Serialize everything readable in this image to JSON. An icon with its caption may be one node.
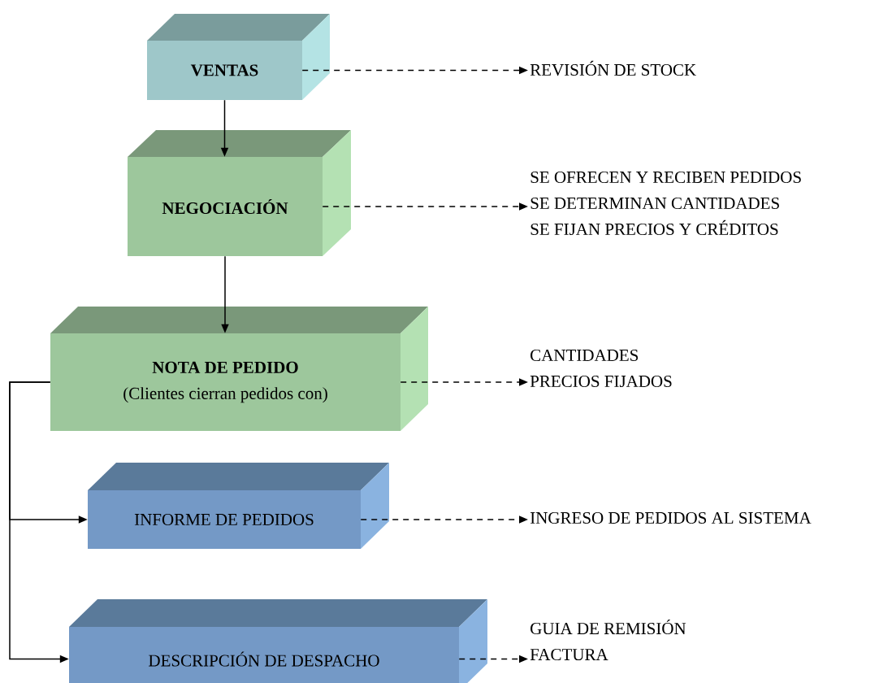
{
  "diagram": {
    "nodes": [
      {
        "text": [
          "VENTAS"
        ]
      },
      {
        "text": [
          "NEGOCIACIÓN"
        ]
      },
      {
        "text": [
          "NOTA DE PEDIDO",
          "(Clientes cierran pedidos con)"
        ]
      },
      {
        "text": [
          "INFORME DE PEDIDOS"
        ]
      },
      {
        "text": [
          "DESCRIPCIÓN DE DESPACHO"
        ]
      },
      {
        "text": [
          "REVISIÓN DE STOCK"
        ]
      },
      {
        "text": [
          "SE OFRECEN Y RECIBEN PEDIDOS",
          "SE DETERMINAN CANTIDADES",
          "SE FIJAN PRECIOS Y CRÉDITOS"
        ]
      },
      {
        "text": [
          "CANTIDADES",
          "PRECIOS FIJADOS"
        ]
      },
      {
        "text": [
          "INGRESO DE PEDIDOS AL SISTEMA"
        ]
      },
      {
        "text": [
          "GUIA DE REMISIÓN",
          "FACTURA"
        ]
      }
    ],
    "edges": [
      {
        "from": 0,
        "to": 1,
        "arrow": "to"
      },
      {
        "from": 1,
        "to": 2,
        "arrow": "to"
      },
      {
        "from": 2,
        "to": 3,
        "arrow": "to"
      },
      {
        "from": 2,
        "to": 4,
        "arrow": "to"
      },
      {
        "from": 0,
        "to": 5,
        "arrow": "to",
        "style": "dashed"
      },
      {
        "from": 1,
        "to": 6,
        "arrow": "to",
        "style": "dashed"
      },
      {
        "from": 2,
        "to": 7,
        "arrow": "to",
        "style": "dashed"
      },
      {
        "from": 3,
        "to": 8,
        "arrow": "to",
        "style": "dashed"
      },
      {
        "from": 4,
        "to": 9,
        "arrow": "to",
        "style": "dashed"
      }
    ]
  }
}
